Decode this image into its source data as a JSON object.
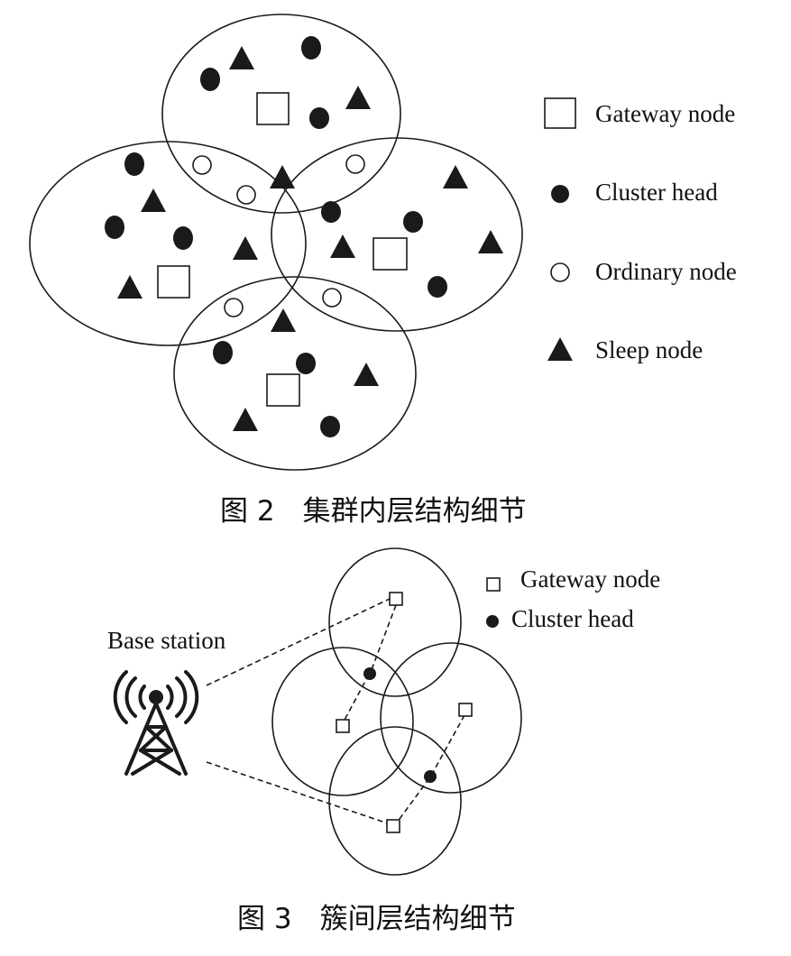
{
  "figure2": {
    "caption": "图 2　集群内层结构细节",
    "legend": {
      "gateway": "Gateway node",
      "cluster_head": "Cluster head",
      "ordinary": "Ordinary node",
      "sleep": "Sleep node"
    }
  },
  "figure3": {
    "caption": "图 3　簇间层结构细节",
    "base_station": "Base station",
    "legend": {
      "gateway": "Gateway node",
      "cluster_head": "Cluster head"
    }
  },
  "colors": {
    "stroke": "#1a1a1a",
    "fill_dark": "#1a1a1a",
    "background": "#ffffff"
  }
}
